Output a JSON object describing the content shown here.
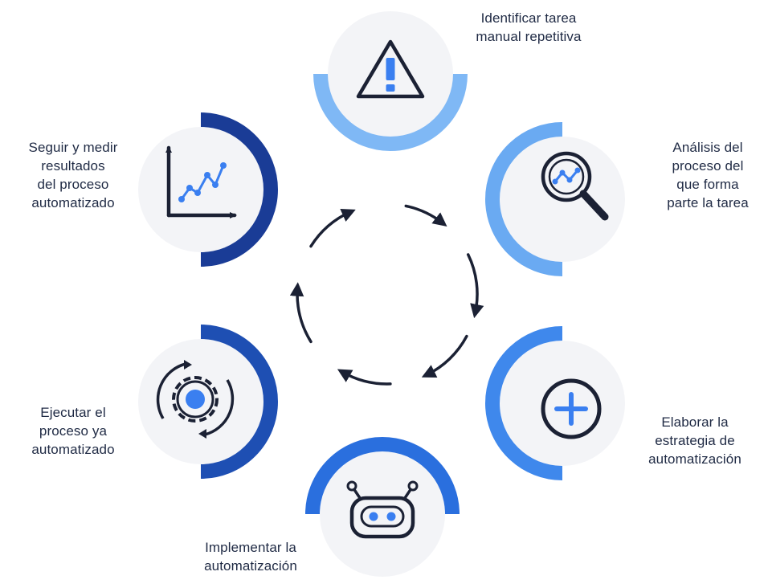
{
  "steps": [
    {
      "id": "identify",
      "lines": [
        "Identificar tarea",
        "manual repetitiva"
      ],
      "icon": "warning-icon",
      "accent": "#7fb8f5"
    },
    {
      "id": "analyze",
      "lines": [
        "Análisis del",
        "proceso del",
        "que forma",
        "parte la tarea"
      ],
      "icon": "magnifier-chart-icon",
      "accent": "#6aaaf2"
    },
    {
      "id": "strategy",
      "lines": [
        "Elaborar la",
        "estrategia de",
        "automatización"
      ],
      "icon": "plus-circle-icon",
      "accent": "#3f88ec"
    },
    {
      "id": "implement",
      "lines": [
        "Implementar la",
        "automatización"
      ],
      "icon": "robot-icon",
      "accent": "#2a6fde"
    },
    {
      "id": "execute",
      "lines": [
        "Ejecutar el",
        "proceso ya",
        "automatizado"
      ],
      "icon": "gear-cycle-icon",
      "accent": "#1e4fb3"
    },
    {
      "id": "measure",
      "lines": [
        "Seguir y medir",
        "resultados",
        "del proceso",
        "automatizado"
      ],
      "icon": "line-chart-icon",
      "accent": "#1a3c96"
    }
  ],
  "colors": {
    "text": "#1f2a44",
    "circle": "#f3f4f7",
    "icon_stroke": "#1b2134",
    "icon_accent": "#3a7ff0",
    "cycle_arrows": "#1b2134"
  }
}
